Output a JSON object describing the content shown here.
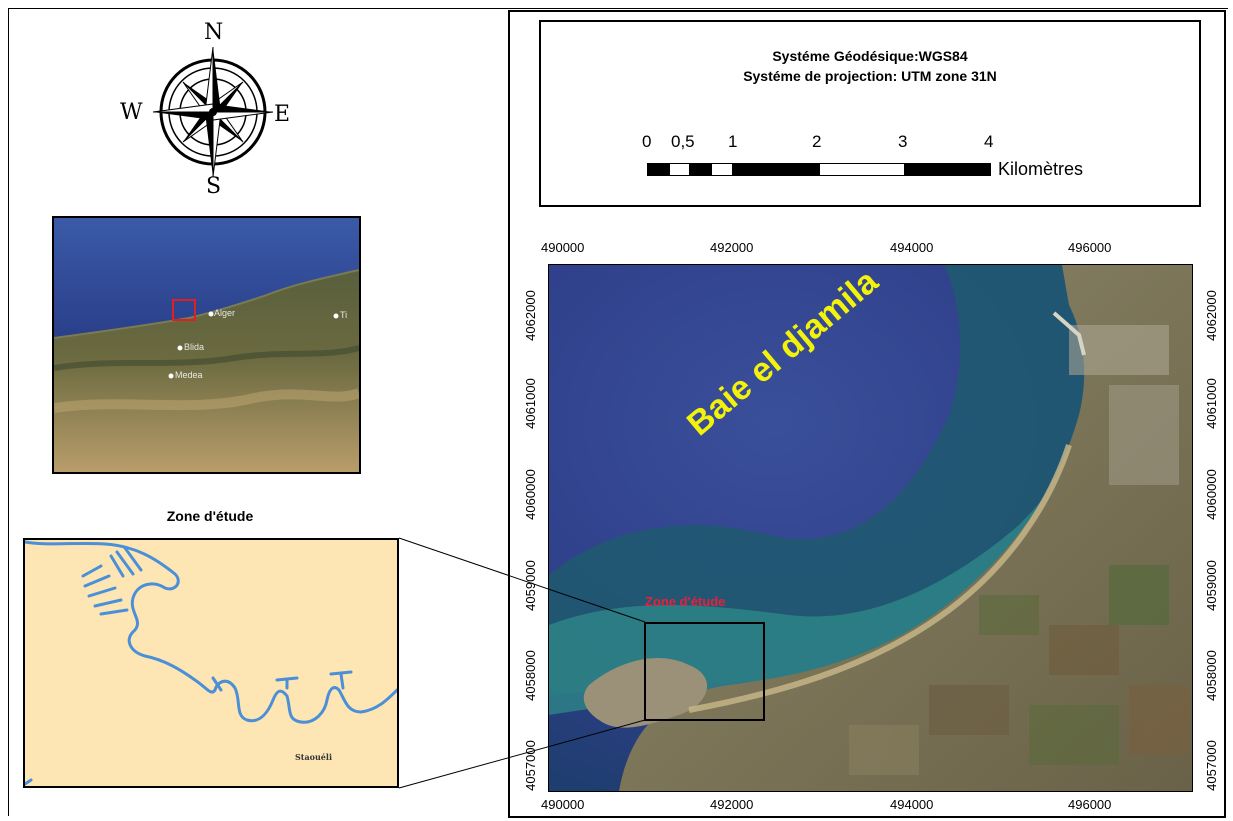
{
  "compass": {
    "north": "N",
    "south": "S",
    "east": "E",
    "west": "W"
  },
  "overview": {
    "labels": [
      "Alger",
      "Blida",
      "Medea",
      "Ti"
    ]
  },
  "inset": {
    "title": "Zone d'étude",
    "town": "Staouéli"
  },
  "info": {
    "geodetic_system": "Systéme Géodésique:WGS84",
    "projection_system": "Systéme de projection: UTM zone 31N"
  },
  "scale": {
    "ticks": [
      "0",
      "0,5",
      "1",
      "2",
      "3",
      "4"
    ],
    "unit": "Kilomètres"
  },
  "coordinates": {
    "easting": [
      "490000",
      "492000",
      "494000",
      "496000"
    ],
    "northing": [
      "4062000",
      "4061000",
      "4060000",
      "4059000",
      "4058000",
      "4057000"
    ]
  },
  "map": {
    "bay_label": "Baie el djamila",
    "zone_label": "Zone d'étude"
  },
  "colors": {
    "bay_label": "#f2f20a",
    "zone_label": "#e8203a",
    "inset_land": "#fde6b4",
    "inset_coast": "#4a8fd8",
    "sea_deep": "#2f3f8a",
    "sea_shallow": "#2f8a8a"
  }
}
